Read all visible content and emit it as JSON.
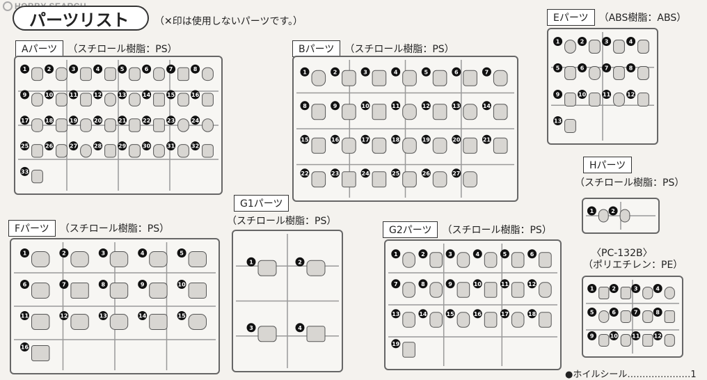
{
  "header": {
    "logo_text": "HOBBY SEARCH",
    "title": "パーツリスト",
    "note": "（✕印は使用しないパーツです。）"
  },
  "sections": {
    "A": {
      "tag": "Aパーツ",
      "material": "（スチロール樹脂：PS）"
    },
    "B": {
      "tag": "Bパーツ",
      "material": "（スチロール樹脂：PS）"
    },
    "E": {
      "tag": "Eパーツ",
      "material": "（ABS樹脂：ABS）"
    },
    "H": {
      "tag": "Hパーツ",
      "material": "（スチロール樹脂：PS）"
    },
    "F": {
      "tag": "Fパーツ",
      "material": "（スチロール樹脂：PS）"
    },
    "G1": {
      "tag": "G1パーツ",
      "material": "（スチロール樹脂：PS）"
    },
    "G2": {
      "tag": "G2パーツ",
      "material": "（スチロール樹脂：PS）"
    },
    "PC": {
      "code": "〈PC-132B〉",
      "material": "（ポリエチレン：PE）"
    }
  },
  "footer": {
    "item": "●ホイルシール",
    "dots": "…………………",
    "count": "1"
  },
  "part_numbers": {
    "A": [
      "1",
      "2",
      "3",
      "4",
      "5",
      "6",
      "7",
      "8",
      "9",
      "10",
      "11",
      "12",
      "13",
      "14",
      "15",
      "16",
      "17",
      "18",
      "19",
      "20",
      "21",
      "22",
      "23",
      "24",
      "25",
      "26",
      "27",
      "28",
      "29",
      "30",
      "31",
      "32",
      "33"
    ],
    "B": [
      "1",
      "2",
      "3",
      "4",
      "5",
      "6",
      "7",
      "8",
      "9",
      "10",
      "11",
      "12",
      "13",
      "14",
      "15",
      "16",
      "17",
      "18",
      "19",
      "20",
      "21",
      "22",
      "23",
      "24",
      "25",
      "26",
      "27"
    ],
    "E": [
      "1",
      "2",
      "3",
      "4",
      "5",
      "6",
      "7",
      "8",
      "9",
      "10",
      "11",
      "12",
      "13"
    ],
    "H": [
      "1",
      "2"
    ],
    "F": [
      "1",
      "2",
      "3",
      "4",
      "5",
      "6",
      "7",
      "8",
      "9",
      "10",
      "11",
      "12",
      "13",
      "14",
      "15",
      "16"
    ],
    "G1": [
      "1",
      "2",
      "3",
      "4"
    ],
    "G2": [
      "1",
      "2",
      "3",
      "4",
      "5",
      "6",
      "7",
      "8",
      "9",
      "10",
      "11",
      "12",
      "13",
      "14",
      "15",
      "16",
      "17",
      "18",
      "19"
    ],
    "PC": [
      "1",
      "2",
      "3",
      "4",
      "5",
      "6",
      "7",
      "8",
      "9",
      "10",
      "11",
      "12"
    ]
  }
}
